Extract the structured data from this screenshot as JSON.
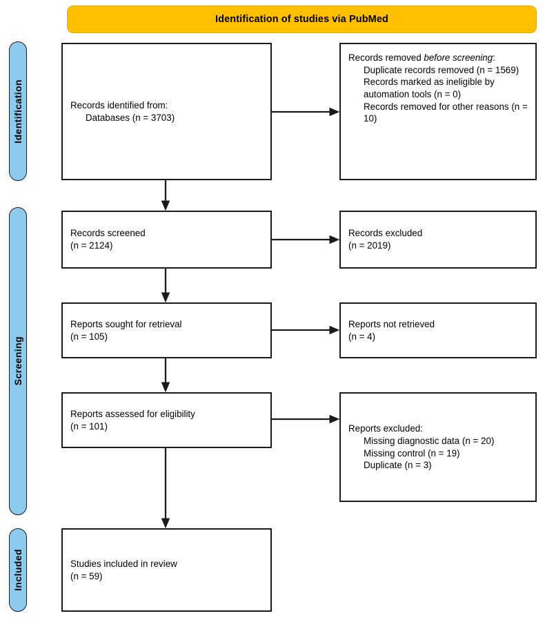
{
  "banner": {
    "label": "Identification of studies via PubMed",
    "color": "#FFC000"
  },
  "stages": [
    {
      "id": "identification",
      "label": "Identification",
      "color": "#8CCBEE"
    },
    {
      "id": "screening",
      "label": "Screening",
      "color": "#8CCBEE"
    },
    {
      "id": "included",
      "label": "Included",
      "color": "#8CCBEE"
    }
  ],
  "boxes": {
    "identified": {
      "line1": "Records identified from:",
      "line2": "Databases (n = 3703)"
    },
    "removed_before": {
      "heading_pre": "Records removed ",
      "heading_em": "before screening",
      "heading_post": ":",
      "item1": "Duplicate records removed (n = 1569)",
      "item2": "Records marked as ineligible by automation tools (n = 0)",
      "item3": "Records removed for other reasons (n = 10)"
    },
    "screened": {
      "line1": "Records screened",
      "line2": "(n = 2124)"
    },
    "excluded_screening": {
      "line1": "Records excluded",
      "line2": "(n = 2019)"
    },
    "sought": {
      "line1": "Reports sought for retrieval",
      "line2": "(n = 105)"
    },
    "not_retrieved": {
      "line1": "Reports not retrieved",
      "line2": "(n = 4)"
    },
    "assessed": {
      "line1": "Reports assessed for eligibility",
      "line2": "(n = 101)"
    },
    "excluded_reports": {
      "heading": "Reports excluded:",
      "item1": "Missing diagnostic data (n = 20)",
      "item2": "Missing control (n = 19)",
      "item3": "Duplicate (n = 3)"
    },
    "included": {
      "line1": "Studies included in review",
      "line2": "(n = 59)"
    }
  },
  "chart_data": {
    "type": "diagram",
    "title": "Identification of studies via PubMed",
    "diagram_kind": "PRISMA flow diagram",
    "stages": [
      "Identification",
      "Screening",
      "Included"
    ],
    "nodes": [
      {
        "id": "identified",
        "stage": "Identification",
        "label": "Records identified from: Databases",
        "n": 3703
      },
      {
        "id": "duplicates_removed",
        "stage": "Identification",
        "label": "Duplicate records removed",
        "n": 1569
      },
      {
        "id": "automation_removed",
        "stage": "Identification",
        "label": "Records marked as ineligible by automation tools",
        "n": 0
      },
      {
        "id": "other_removed",
        "stage": "Identification",
        "label": "Records removed for other reasons",
        "n": 10
      },
      {
        "id": "screened",
        "stage": "Screening",
        "label": "Records screened",
        "n": 2124
      },
      {
        "id": "excluded_screening",
        "stage": "Screening",
        "label": "Records excluded",
        "n": 2019
      },
      {
        "id": "sought",
        "stage": "Screening",
        "label": "Reports sought for retrieval",
        "n": 105
      },
      {
        "id": "not_retrieved",
        "stage": "Screening",
        "label": "Reports not retrieved",
        "n": 4
      },
      {
        "id": "assessed",
        "stage": "Screening",
        "label": "Reports assessed for eligibility",
        "n": 101
      },
      {
        "id": "excl_missing_dx",
        "stage": "Screening",
        "label": "Missing diagnostic data",
        "n": 20
      },
      {
        "id": "excl_missing_ctrl",
        "stage": "Screening",
        "label": "Missing control",
        "n": 19
      },
      {
        "id": "excl_duplicate",
        "stage": "Screening",
        "label": "Duplicate",
        "n": 3
      },
      {
        "id": "included",
        "stage": "Included",
        "label": "Studies included in review",
        "n": 59
      }
    ],
    "edges": [
      {
        "from": "identified",
        "to": "removed_before_screening",
        "direction": "right"
      },
      {
        "from": "identified",
        "to": "screened",
        "direction": "down"
      },
      {
        "from": "screened",
        "to": "excluded_screening",
        "direction": "right"
      },
      {
        "from": "screened",
        "to": "sought",
        "direction": "down"
      },
      {
        "from": "sought",
        "to": "not_retrieved",
        "direction": "right"
      },
      {
        "from": "sought",
        "to": "assessed",
        "direction": "down"
      },
      {
        "from": "assessed",
        "to": "excluded_reports",
        "direction": "right"
      },
      {
        "from": "assessed",
        "to": "included",
        "direction": "down"
      }
    ]
  }
}
